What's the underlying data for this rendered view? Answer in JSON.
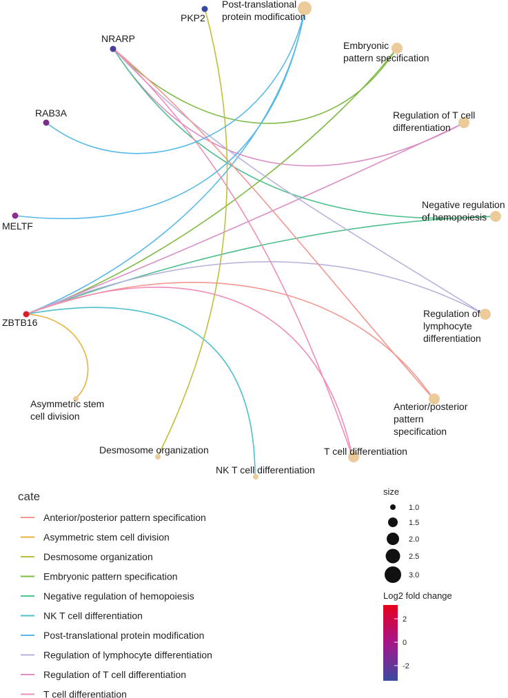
{
  "colors": {
    "anterior": "#F4968E",
    "asymmetric": "#E8B23C",
    "desmosome": "#BFBF3A",
    "embryonic": "#7DBB42",
    "negative": "#4DBF8C",
    "nkt": "#4BBFCB",
    "ptm": "#56B8EA",
    "lymph": "#B9B1DD",
    "treg": "#DB8DC6",
    "tdiff": "#F08CB8",
    "term_node": "#ECCB9B"
  },
  "genes": [
    {
      "id": "PKP2",
      "label": "PKP2",
      "color": "#3B4AA0"
    },
    {
      "id": "NRARP",
      "label": "NRARP",
      "color": "#4A3E9A"
    },
    {
      "id": "RAB3A",
      "label": "RAB3A",
      "color": "#7A2E8A"
    },
    {
      "id": "MELTF",
      "label": "MELTF",
      "color": "#8A2E8E"
    },
    {
      "id": "ZBTB16",
      "label": "ZBTB16",
      "color": "#D81E2A"
    }
  ],
  "terms": [
    {
      "id": "ptm",
      "lines": [
        "Post-translational",
        "protein modification"
      ]
    },
    {
      "id": "embryonic",
      "lines": [
        "Embryonic",
        "pattern specification"
      ]
    },
    {
      "id": "treg",
      "lines": [
        "Regulation of T cell",
        "differentiation"
      ]
    },
    {
      "id": "negative",
      "lines": [
        "Negative regulation",
        "of hemopoiesis"
      ]
    },
    {
      "id": "lymph",
      "lines": [
        "Regulation of",
        "lymphocyte",
        "differentiation"
      ]
    },
    {
      "id": "anterior",
      "lines": [
        "Anterior/posterior",
        "pattern",
        "specification"
      ]
    },
    {
      "id": "tdiff",
      "lines": [
        "T cell differentiation"
      ]
    },
    {
      "id": "nkt",
      "lines": [
        "NK T cell differentiation"
      ]
    },
    {
      "id": "desmosome",
      "lines": [
        "Desmosome organization"
      ]
    },
    {
      "id": "asymmetric",
      "lines": [
        "Asymmetric stem",
        "cell division"
      ]
    }
  ],
  "legend": {
    "title": "cate",
    "items": [
      {
        "label": "Anterior/posterior pattern specification",
        "color": "#F4968E"
      },
      {
        "label": "Asymmetric stem cell division",
        "color": "#E8B23C"
      },
      {
        "label": "Desmosome organization",
        "color": "#BFBF3A"
      },
      {
        "label": "Embryonic pattern specification",
        "color": "#7DBB42"
      },
      {
        "label": "Negative regulation of hemopoiesis",
        "color": "#4DBF8C"
      },
      {
        "label": "NK T cell differentiation",
        "color": "#4BBFCB"
      },
      {
        "label": "Post-translational protein modification",
        "color": "#56B8EA"
      },
      {
        "label": "Regulation of lymphocyte differentiation",
        "color": "#B9B1DD"
      },
      {
        "label": "Regulation of T cell differentiation",
        "color": "#DB8DC6"
      },
      {
        "label": "T cell differentiation",
        "color": "#F08CB8"
      }
    ]
  },
  "size_legend": {
    "title": "size",
    "values": [
      "1.0",
      "1.5",
      "2.0",
      "2.5",
      "3.0"
    ]
  },
  "fold_legend": {
    "title": "Log2 fold change",
    "ticks": [
      "2",
      "0",
      "-2"
    ],
    "color_high": "#E8001C",
    "color_mid": "#A4168A",
    "color_low": "#3B4AA0"
  }
}
